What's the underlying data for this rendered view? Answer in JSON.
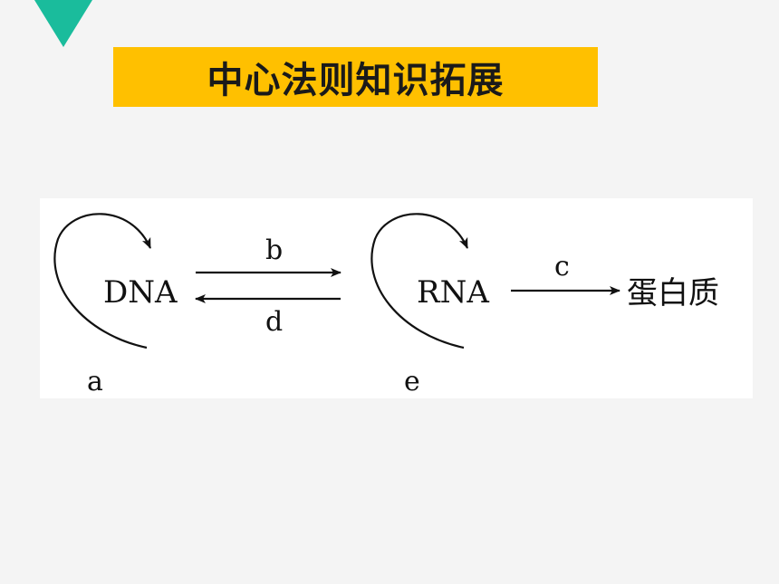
{
  "title": "中心法则知识拓展",
  "diagram": {
    "nodes": {
      "dna": "DNA",
      "rna": "RNA",
      "protein": "蛋白质"
    },
    "edges": {
      "a": "a",
      "b": "b",
      "c": "c",
      "d": "d",
      "e": "e"
    }
  },
  "colors": {
    "accent_triangle": "#1abc9c",
    "title_banner": "#ffc000"
  }
}
